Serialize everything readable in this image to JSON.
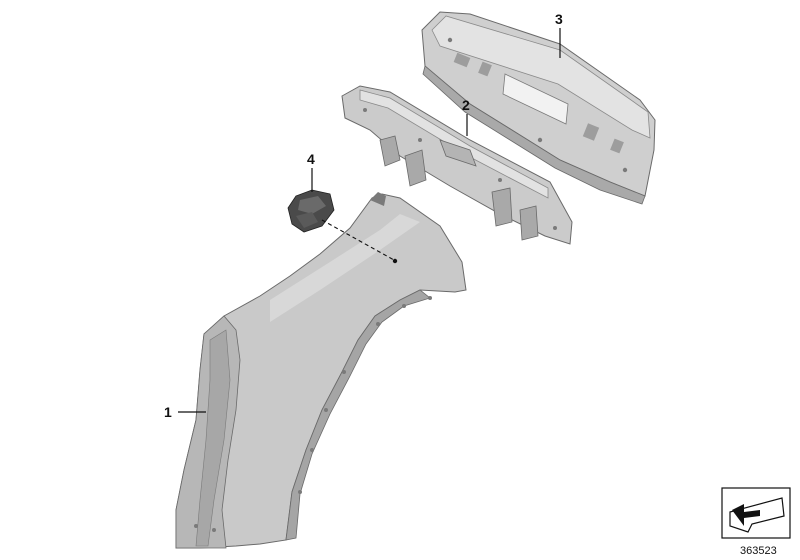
{
  "diagram": {
    "callouts": [
      {
        "id": "1",
        "label": "1"
      },
      {
        "id": "2",
        "label": "2"
      },
      {
        "id": "3",
        "label": "3"
      },
      {
        "id": "4",
        "label": "4"
      }
    ],
    "diagram_number": "363523",
    "icon": "view-direction-arrow-icon",
    "colors": {
      "panel_fill": "#c9c9c9",
      "panel_shade": "#a9a9a9",
      "panel_light": "#e2e2e2",
      "panel_edge": "#6a6a6a",
      "line": "#111111"
    }
  }
}
